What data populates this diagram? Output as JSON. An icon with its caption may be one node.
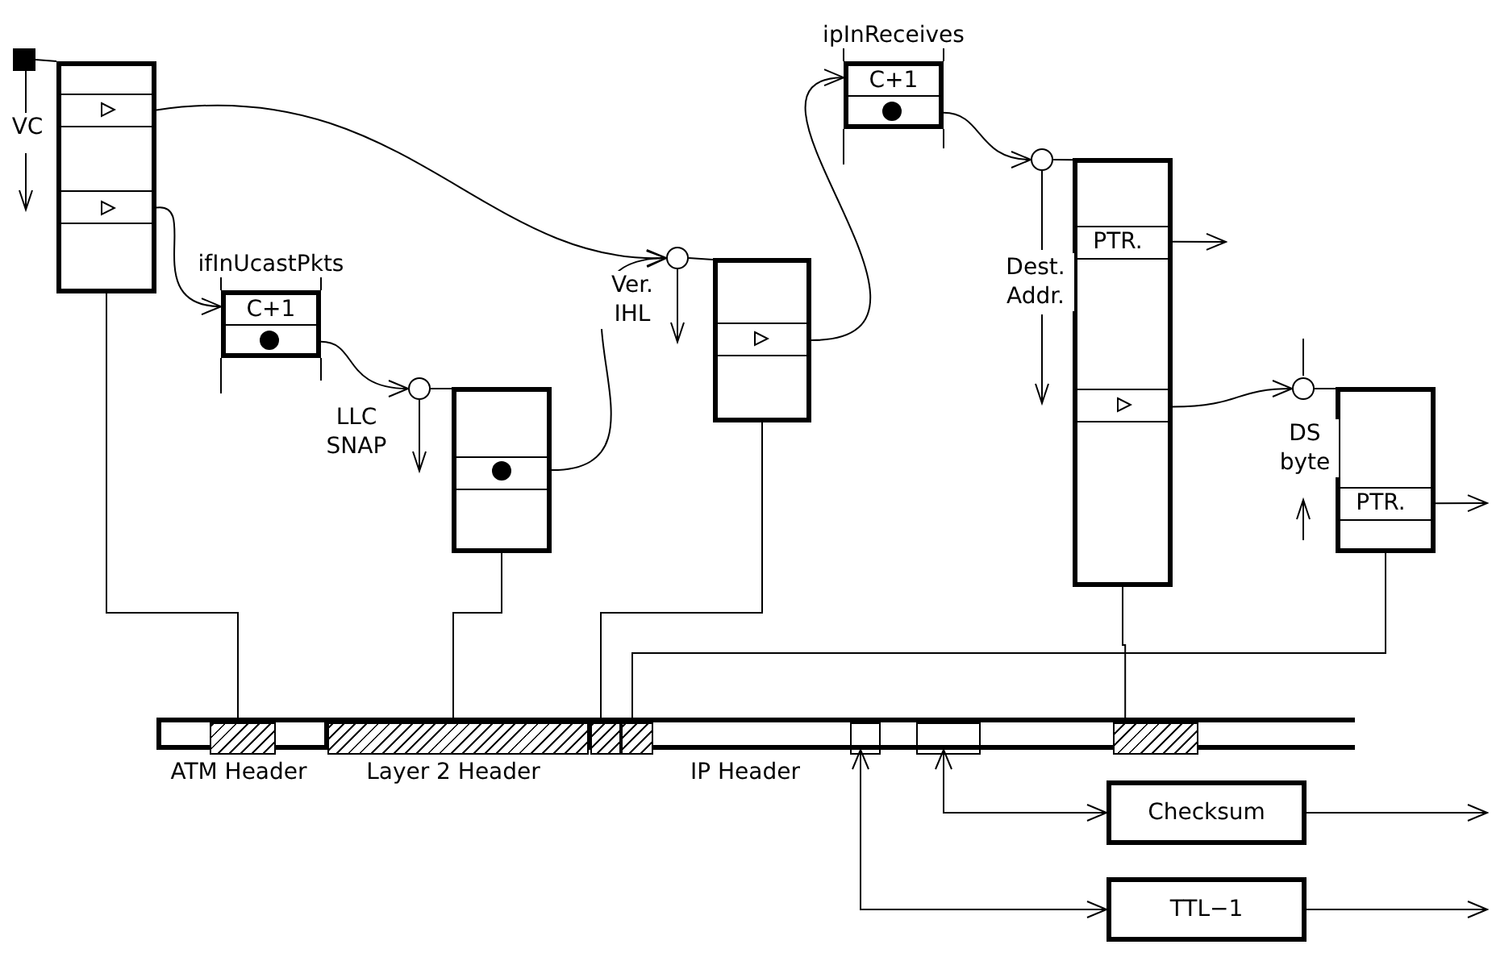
{
  "diagram": {
    "nodes": [
      {
        "text": [],
        "shape": "box"
      },
      {
        "text": [],
        "shape": "box"
      },
      {
        "text": [
          "ifInUcastPkts",
          "C+1"
        ]
      },
      {
        "text": [],
        "shape": "circle",
        "beside": [
          "LLC SNAP"
        ]
      },
      {
        "text": [],
        "shape": "box"
      },
      {
        "text": [],
        "shape": "circle",
        "beside": [
          "Ver. IHL"
        ]
      },
      {
        "text": [],
        "shape": "box"
      },
      {
        "text": [
          "ipInReceives",
          "C+1"
        ]
      },
      {
        "text": [],
        "shape": "circle"
      },
      {
        "text": [
          "PTR."
        ]
      },
      {
        "text": [],
        "shape": "circle"
      },
      {
        "text": [
          "PTR."
        ]
      },
      {
        "text": [],
        "shape": "bar"
      },
      {
        "text": [],
        "shape": "bar",
        "in": 12
      },
      {
        "text": [],
        "shape": "bar",
        "in": 12
      },
      {
        "text": [],
        "shape": "bar",
        "in": 12
      },
      {
        "text": [],
        "shape": "bar",
        "in": 12
      },
      {
        "text": [],
        "shape": "box",
        "in": 12
      },
      {
        "text": [],
        "shape": "box",
        "in": 12
      },
      {
        "text": [],
        "shape": "bar",
        "in": 12
      },
      {
        "text": [
          "Checksum"
        ]
      },
      {
        "text": [
          "TTL−1"
        ]
      }
    ],
    "edges": [
      {
        "from": 0,
        "to": 1,
        "arrow": "none"
      },
      {
        "from": 1,
        "to": 5,
        "arrow": "to"
      },
      {
        "from": 1,
        "to": 2,
        "arrow": "to"
      },
      {
        "from": 2,
        "to": 3,
        "arrow": "to"
      },
      {
        "from": 3,
        "to": 4,
        "arrow": "none"
      },
      {
        "from": 4,
        "to": 5,
        "arrow": "to"
      },
      {
        "from": 5,
        "to": 6,
        "arrow": "none"
      },
      {
        "from": 6,
        "to": 7,
        "arrow": "to"
      },
      {
        "from": 7,
        "to": 8,
        "arrow": "to"
      },
      {
        "from": 8,
        "to": 9,
        "arrow": "none"
      },
      {
        "from": 9,
        "to": null,
        "arrow": "to"
      },
      {
        "from": 9,
        "to": 10,
        "arrow": "to"
      },
      {
        "from": 10,
        "to": 11,
        "arrow": "none"
      },
      {
        "from": 11,
        "to": null,
        "arrow": "to"
      },
      {
        "from": 1,
        "to": 13,
        "arrow": "none"
      },
      {
        "from": 4,
        "to": 14,
        "arrow": "none"
      },
      {
        "from": 6,
        "to": 15,
        "arrow": "none"
      },
      {
        "from": 9,
        "to": 19,
        "arrow": "none"
      },
      {
        "from": 11,
        "to": 16,
        "arrow": "none"
      },
      {
        "from": 17,
        "to": 21,
        "arrow": "both"
      },
      {
        "from": 21,
        "to": null,
        "arrow": "to"
      },
      {
        "from": 18,
        "to": 20,
        "arrow": "both"
      },
      {
        "from": 20,
        "to": null,
        "arrow": "to"
      }
    ],
    "labels": [
      "VC",
      "Dest. Addr.",
      "DS byte",
      "ATM Header",
      "Layer 2 Header",
      "IP Header"
    ]
  }
}
